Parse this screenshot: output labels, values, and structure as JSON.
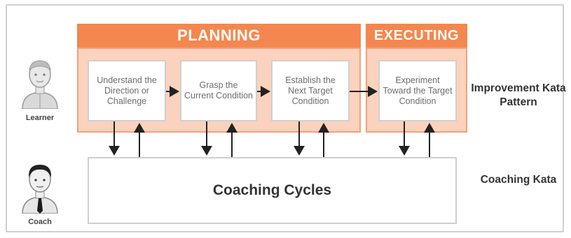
{
  "headers": {
    "planning": "PLANNING",
    "executing": "EXECUTING"
  },
  "steps": [
    "Understand the Direction or Challenge",
    "Grasp the Current Condition",
    "Establish the Next Target Condition",
    "Experiment Toward the Target Condition"
  ],
  "coaching_cycles": "Coaching Cycles",
  "labels": {
    "improvement_kata": "Improvement Kata Pattern",
    "coaching_kata": "Coaching Kata"
  },
  "people": {
    "learner": "Learner",
    "coach": "Coach"
  },
  "colors": {
    "header_orange": "#f4874f",
    "band_peach": "#fbd2bd",
    "arrow": "#222222"
  },
  "icons": {
    "learner": "learner-person-icon",
    "coach": "coach-person-icon"
  }
}
